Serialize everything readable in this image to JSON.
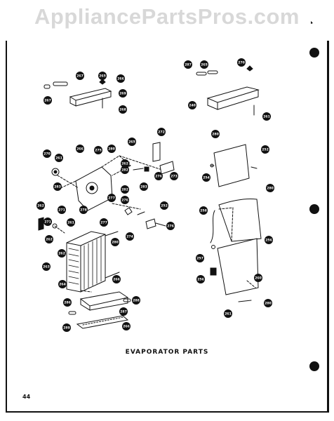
{
  "watermark": "AppliancePartsPros.com",
  "caption": "EVAPORATOR PARTS",
  "page_number": "44",
  "callouts": [
    {
      "label": "267"
    },
    {
      "label": "265"
    },
    {
      "label": "266"
    },
    {
      "label": "269"
    },
    {
      "label": "268"
    },
    {
      "label": "267"
    },
    {
      "label": "287"
    },
    {
      "label": "265"
    },
    {
      "label": "270"
    },
    {
      "label": "240"
    },
    {
      "label": "261"
    },
    {
      "label": "270"
    },
    {
      "label": "261"
    },
    {
      "label": "266"
    },
    {
      "label": "275"
    },
    {
      "label": "280"
    },
    {
      "label": "265"
    },
    {
      "label": "272"
    },
    {
      "label": "262"
    },
    {
      "label": "282"
    },
    {
      "label": "283"
    },
    {
      "label": "273"
    },
    {
      "label": "276"
    },
    {
      "label": "283"
    },
    {
      "label": "282"
    },
    {
      "label": "277"
    },
    {
      "label": "271"
    },
    {
      "label": "278"
    },
    {
      "label": "276"
    },
    {
      "label": "252"
    },
    {
      "label": "261"
    },
    {
      "label": "271"
    },
    {
      "label": "277"
    },
    {
      "label": "280"
    },
    {
      "label": "274"
    },
    {
      "label": "276"
    },
    {
      "label": "262"
    },
    {
      "label": "262"
    },
    {
      "label": "262"
    },
    {
      "label": "263"
    },
    {
      "label": "264"
    },
    {
      "label": "266"
    },
    {
      "label": "286"
    },
    {
      "label": "287"
    },
    {
      "label": "288"
    },
    {
      "label": "289"
    },
    {
      "label": "266"
    },
    {
      "label": "280"
    },
    {
      "label": "252"
    },
    {
      "label": "254"
    },
    {
      "label": "280"
    },
    {
      "label": "258"
    },
    {
      "label": "256"
    },
    {
      "label": "257"
    },
    {
      "label": "256"
    },
    {
      "label": "260"
    },
    {
      "label": "261"
    },
    {
      "label": "280"
    }
  ]
}
